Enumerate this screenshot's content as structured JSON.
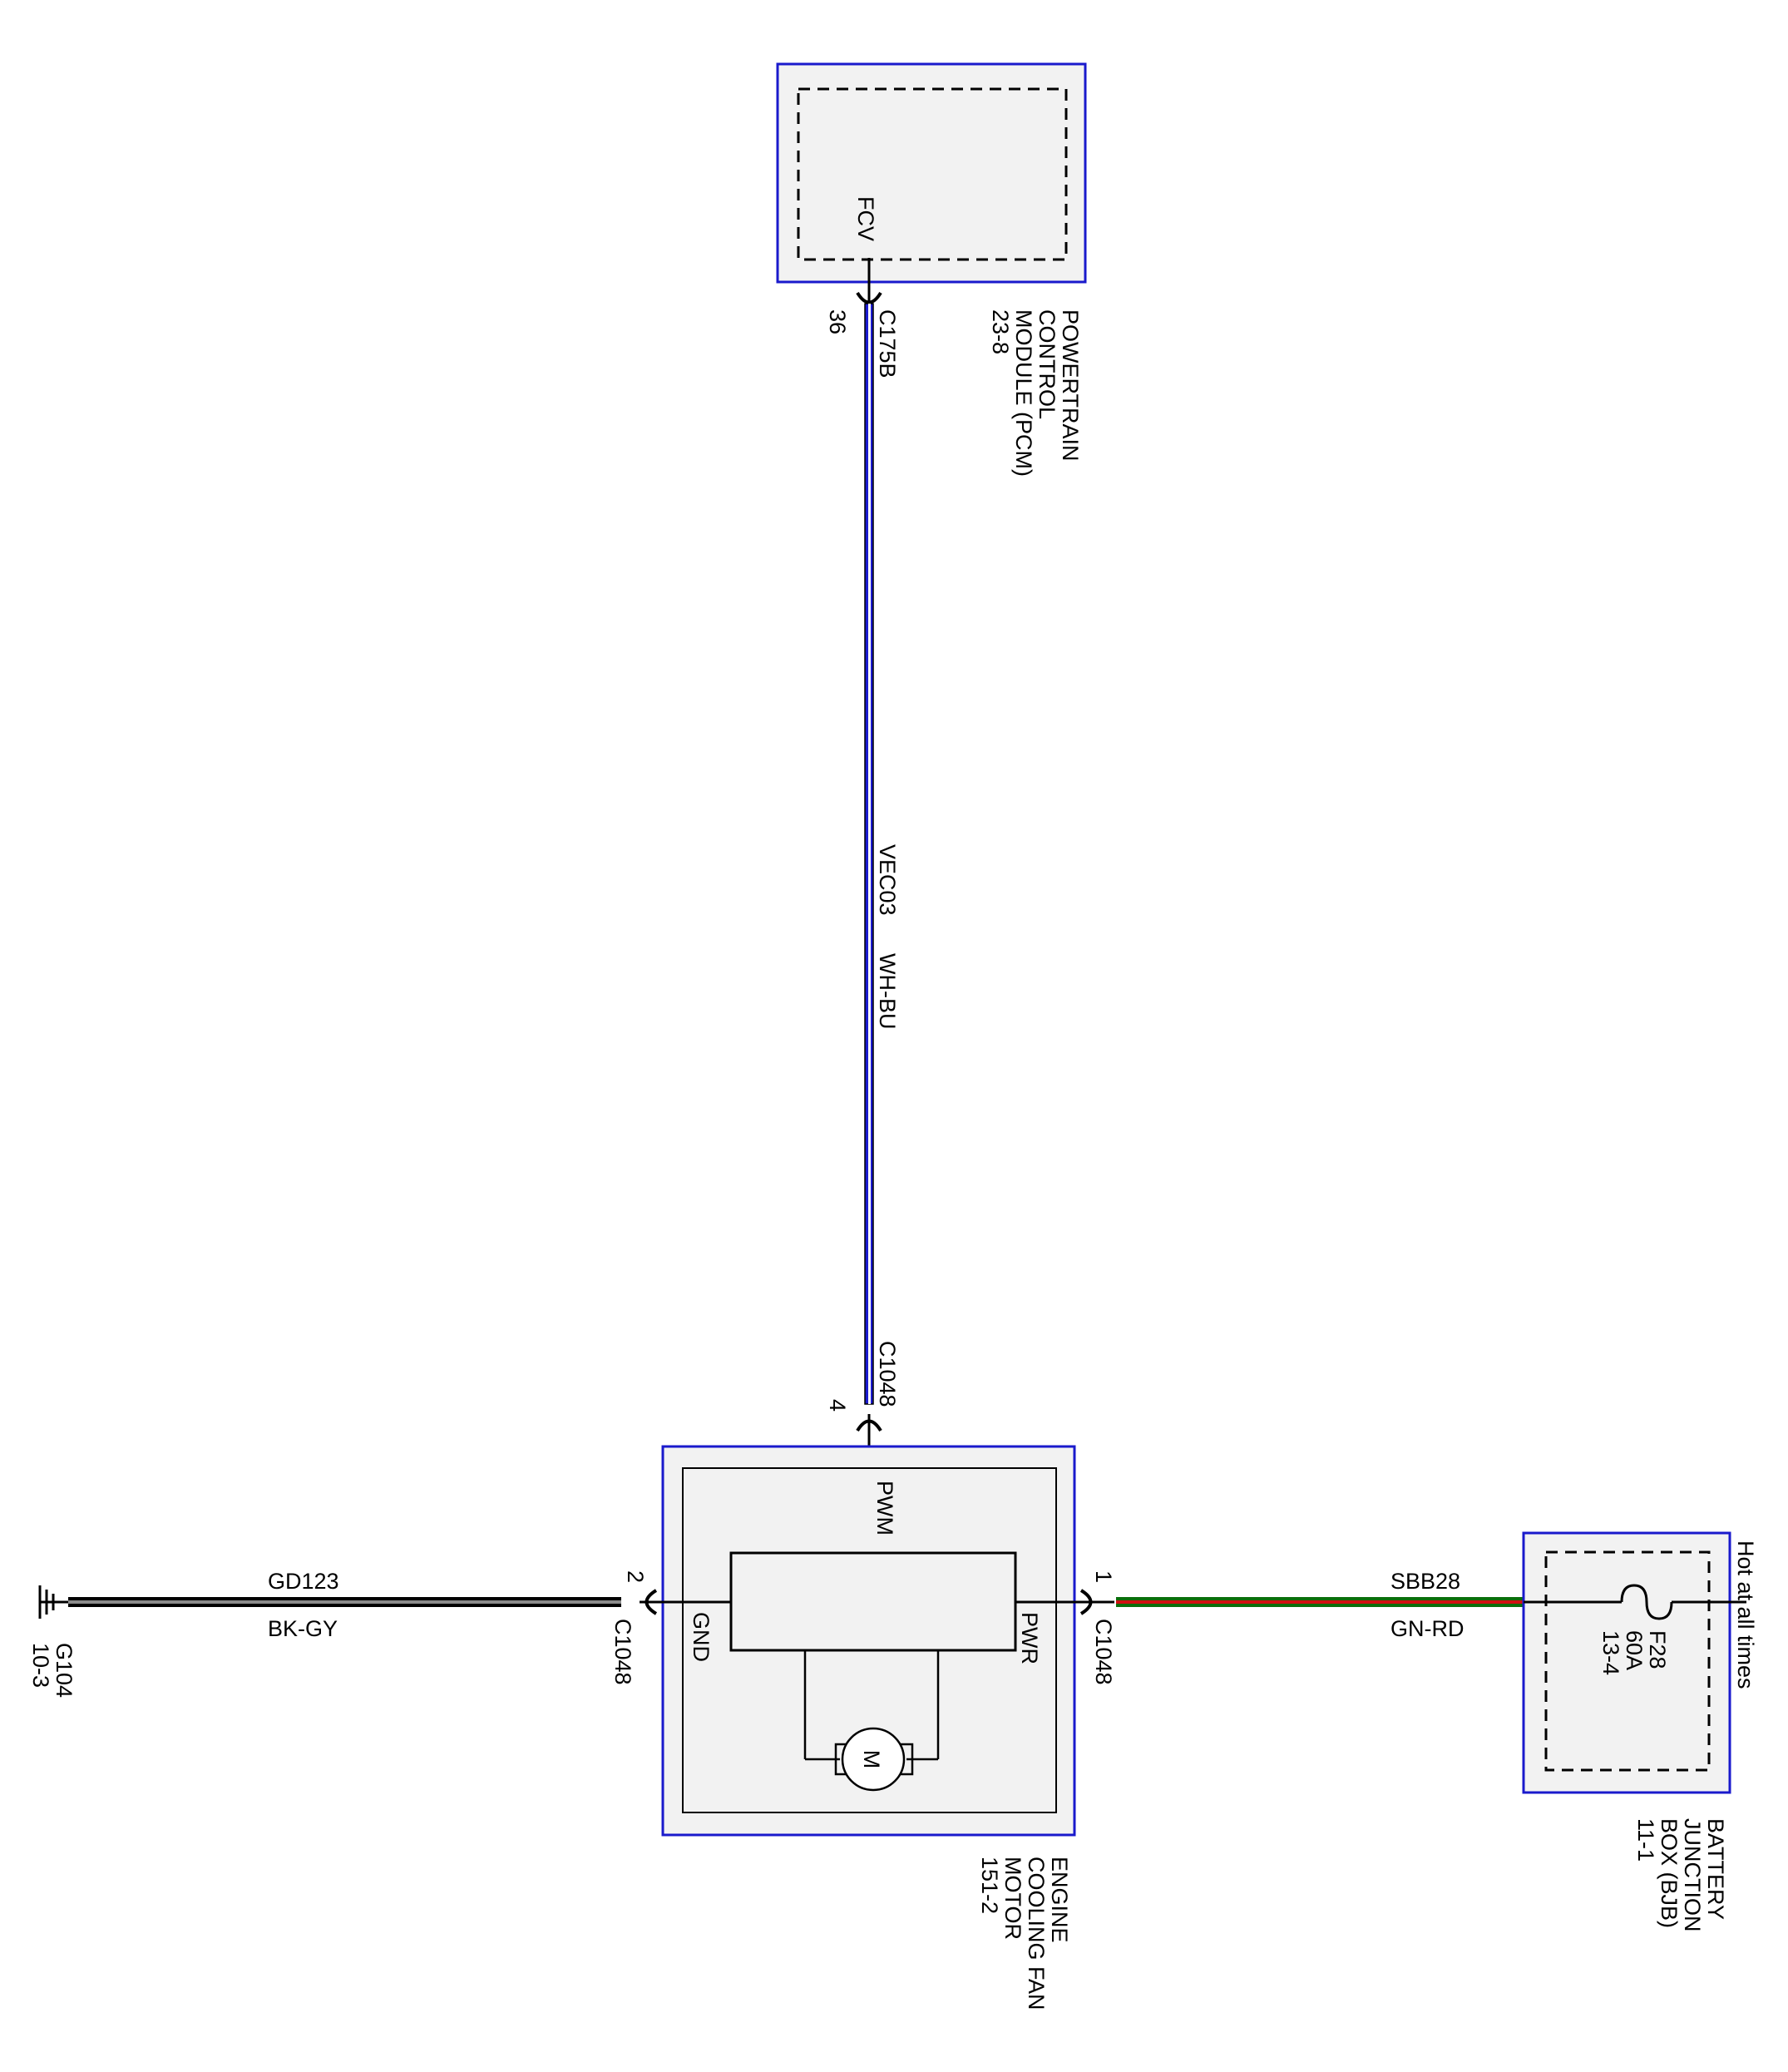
{
  "pcm": {
    "pin_label": "FCV",
    "name_lines": [
      "POWERTRAIN",
      "CONTROL",
      "MODULE (PCM)",
      "23-8"
    ],
    "connector": "C175B",
    "pin_number": "36"
  },
  "signal_wire": {
    "circuit": "VEC03",
    "color_code": "WH-BU",
    "colors": [
      "#1b1bd0",
      "#ffffff"
    ]
  },
  "fan_motor": {
    "pwm_label": "PWM",
    "gnd_label": "GND",
    "pwr_label": "PWR",
    "motor_symbol": "M",
    "name_lines": [
      "ENGINE",
      "COOLING FAN",
      "MOTOR",
      "151-2"
    ],
    "pwm_connector": "C1048",
    "pwm_pin": "4",
    "gnd_connector": "C1048",
    "gnd_pin": "2",
    "pwr_connector": "C1048",
    "pwr_pin": "1"
  },
  "ground_wire": {
    "circuit": "GD123",
    "color_code": "BK-GY",
    "colors": [
      "#000000",
      "#8a8a8a"
    ]
  },
  "ground": {
    "id": "G104",
    "ref": "10-3",
    "icon": "ground-symbol-icon"
  },
  "power_wire": {
    "circuit": "SBB28",
    "color_code": "GN-RD",
    "colors": [
      "#0a6e0a",
      "#d01010"
    ]
  },
  "bjb": {
    "fuse_id": "F28",
    "fuse_rating": "60A",
    "fuse_ref": "13-4",
    "hot_label": "Hot at all times",
    "name_lines": [
      "BATTERY",
      "JUNCTION",
      "BOX (BJB)",
      "11-1"
    ],
    "icon": "fuse-icon"
  },
  "colors": {
    "component_border": "#1a1acc",
    "component_fill": "#f2f2f2"
  }
}
